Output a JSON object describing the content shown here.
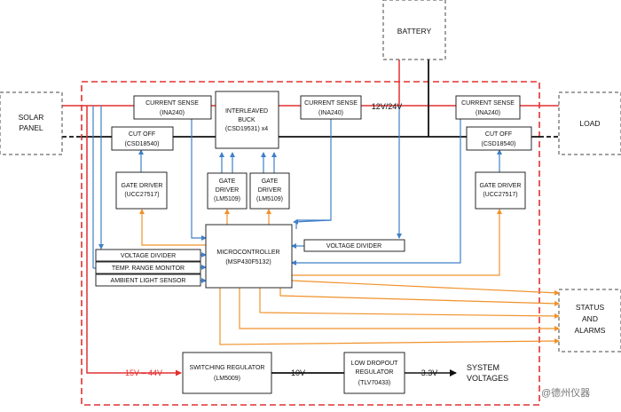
{
  "external": {
    "solar_panel": [
      "SOLAR",
      "PANEL"
    ],
    "battery": "BATTERY",
    "load": "LOAD",
    "status": [
      "STATUS",
      "AND",
      "ALARMS"
    ]
  },
  "blocks": {
    "current_sense_left": [
      "CURRENT SENSE",
      "(INA240)"
    ],
    "current_sense_mid": [
      "CURRENT SENSE",
      "(INA240)"
    ],
    "current_sense_right": [
      "CURRENT SENSE",
      "(INA240)"
    ],
    "buck": [
      "INTERLEAVED",
      "BUCK",
      "(CSD19531) x4"
    ],
    "cutoff_left": [
      "CUT OFF",
      "(CSD18540)"
    ],
    "cutoff_right": [
      "CUT OFF",
      "(CSD18540)"
    ],
    "gate_driver_left": [
      "GATE DRIVER",
      "(UCC27517)"
    ],
    "gate_driver_right": [
      "GATE DRIVER",
      "(UCC27517)"
    ],
    "gate_driver_buck1": [
      "GATE",
      "DRIVER",
      "(LM5109)"
    ],
    "gate_driver_buck2": [
      "GATE",
      "DRIVER",
      "(LM5109)"
    ],
    "microcontroller": [
      "MICROCONTROLLER",
      "(MSP430F5132)"
    ],
    "voltage_divider_right": "VOLTAGE DIVIDER",
    "voltage_divider_left": "VOLTAGE DIVIDER",
    "temp_monitor": "TEMP. RANGE MONITOR",
    "light_sensor": "AMBIENT LIGHT SENSOR",
    "switching_regulator": [
      "SWITCHING REGULATOR",
      "(LM5009)"
    ],
    "ldo": [
      "LOW DROPOUT",
      "REGULATOR",
      "(TLV70433)"
    ],
    "system_voltages": [
      "SYSTEM",
      "VOLTAGES"
    ]
  },
  "labels": {
    "bus_voltage": "12V/24V",
    "input_range": "15V – 44V",
    "v10": "10V",
    "v33": "3.3V"
  },
  "watermark": "@德州仪器"
}
